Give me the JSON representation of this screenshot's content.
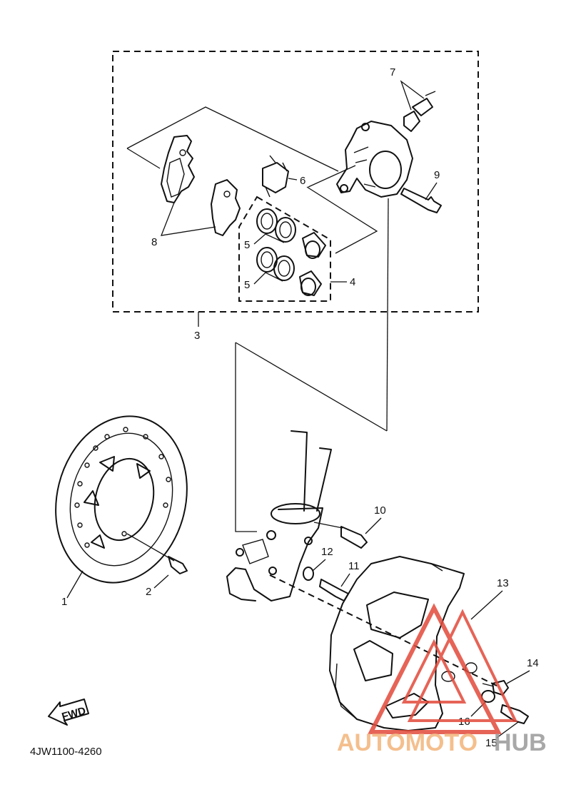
{
  "diagram": {
    "code": "4JW1100-4260",
    "fwd_label": "FWD",
    "parts": [
      {
        "id": "1",
        "label": "1"
      },
      {
        "id": "2",
        "label": "2"
      },
      {
        "id": "3",
        "label": "3"
      },
      {
        "id": "4",
        "label": "4"
      },
      {
        "id": "5a",
        "label": "5"
      },
      {
        "id": "5b",
        "label": "5"
      },
      {
        "id": "6",
        "label": "6"
      },
      {
        "id": "7",
        "label": "7"
      },
      {
        "id": "8",
        "label": "8"
      },
      {
        "id": "9",
        "label": "9"
      },
      {
        "id": "10",
        "label": "10"
      },
      {
        "id": "11",
        "label": "11"
      },
      {
        "id": "12",
        "label": "12"
      },
      {
        "id": "13",
        "label": "13"
      },
      {
        "id": "14",
        "label": "14"
      },
      {
        "id": "15",
        "label": "15"
      },
      {
        "id": "16",
        "label": "16"
      }
    ]
  },
  "watermark": {
    "text_a": "AUTOMOTO",
    "text_b": "HUB",
    "color_a": "#f3b57a",
    "color_b": "#9a9a9a",
    "triangle_color": "#e24a3a"
  }
}
